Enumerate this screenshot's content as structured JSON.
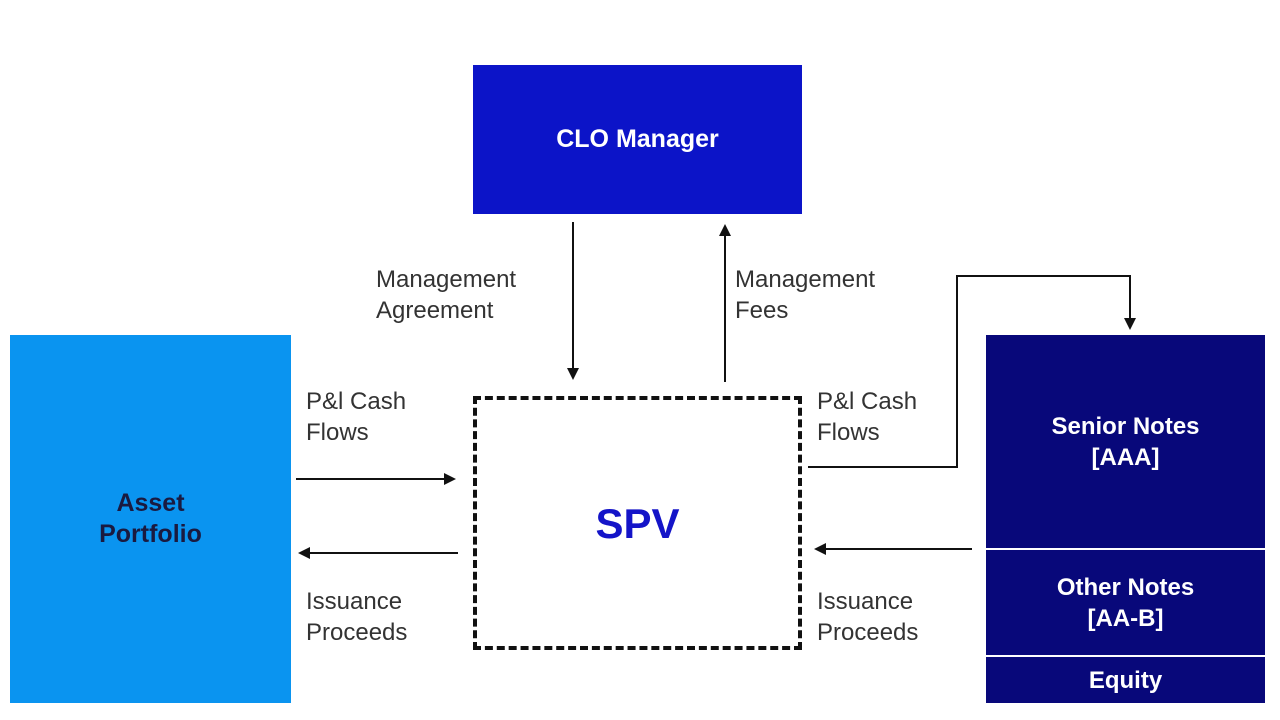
{
  "nodes": {
    "clo_manager": "CLO Manager",
    "asset_portfolio": "Asset\nPortfolio",
    "spv": "SPV",
    "senior_notes": "Senior Notes\n[AAA]",
    "other_notes": "Other Notes\n[AA-B]",
    "equity": "Equity"
  },
  "labels": {
    "management_agreement": "Management\nAgreement",
    "management_fees": "Management\nFees",
    "pl_cash_flows_left": "P&l Cash\nFlows",
    "issuance_proceeds_left": "Issuance\nProceeds",
    "pl_cash_flows_right": "P&l Cash\nFlows",
    "issuance_proceeds_right": "Issuance\nProceeds"
  },
  "colors": {
    "clo_manager": "#0c14c8",
    "asset_portfolio": "#0a94f0",
    "notes": "#08087a",
    "spv_text": "#1414c8"
  }
}
